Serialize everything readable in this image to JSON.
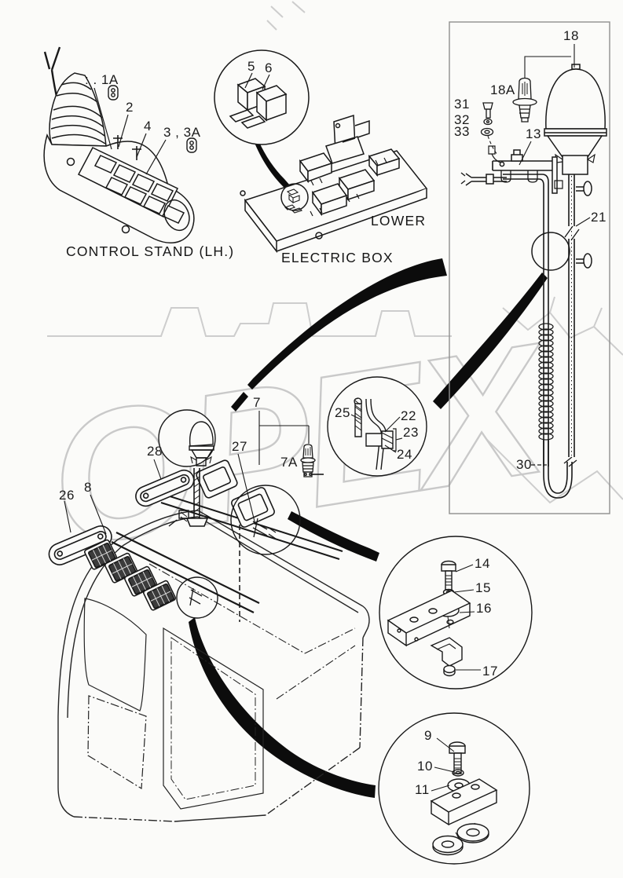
{
  "watermark": {
    "text": "OPEX",
    "color": "#c9c9c9"
  },
  "captions": {
    "control_stand": "CONTROL STAND (LH.)",
    "electric_box": "ELECTRIC BOX",
    "electric_box_lower": "LOWER"
  },
  "callouts": {
    "c1a": ": . 1A",
    "c2": "2",
    "c4": "4",
    "c3": "3 , 3A",
    "c5": "5",
    "c6": "6",
    "c18": "18",
    "c18a": "18A",
    "c31": "31",
    "c32": "32",
    "c33": "33",
    "c13": "13",
    "c21": "21",
    "c30": "30",
    "c25": "25",
    "c22": "22",
    "c23": "23",
    "c24": "24",
    "c7": "7",
    "c7a": "7A",
    "c27": "27",
    "c28": "28",
    "c26": "26",
    "c8": "8",
    "c14": "14",
    "c15": "15",
    "c16": "16",
    "c17": "17",
    "c9": "9",
    "c10": "10",
    "c11": "11"
  }
}
